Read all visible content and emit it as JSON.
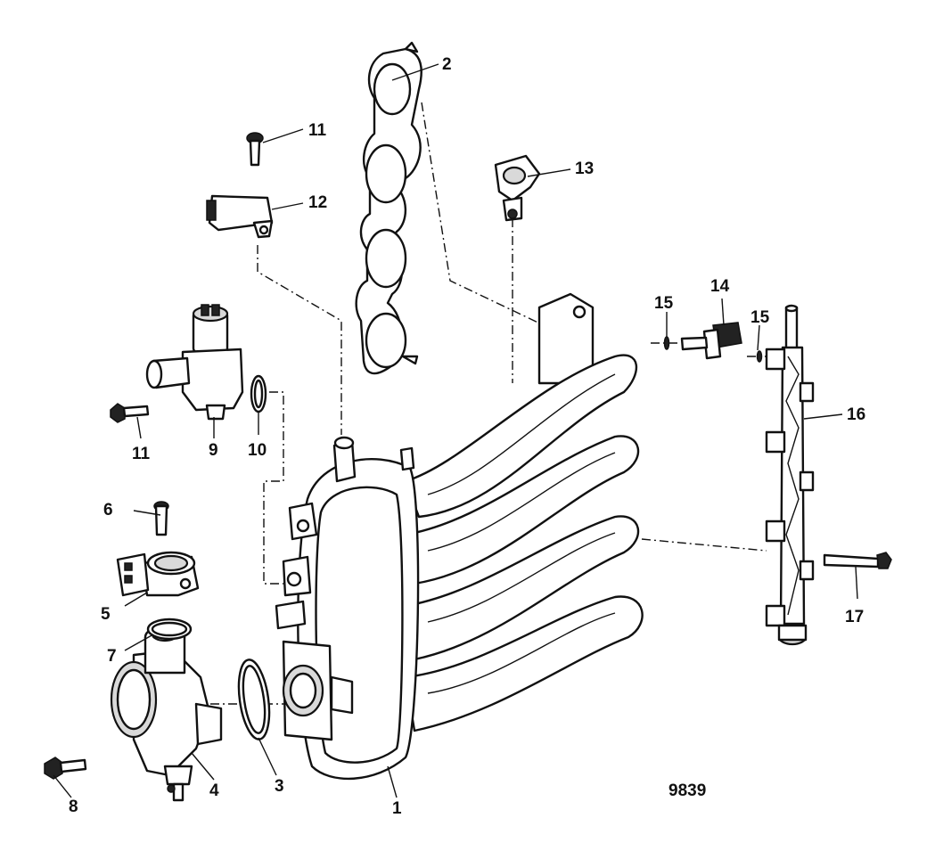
{
  "figure_id": "9839",
  "callouts": [
    {
      "id": "c1",
      "text": "1"
    },
    {
      "id": "c2",
      "text": "2"
    },
    {
      "id": "c3",
      "text": "3"
    },
    {
      "id": "c4",
      "text": "4"
    },
    {
      "id": "c5",
      "text": "5"
    },
    {
      "id": "c6",
      "text": "6"
    },
    {
      "id": "c7",
      "text": "7"
    },
    {
      "id": "c8",
      "text": "8"
    },
    {
      "id": "c9",
      "text": "9"
    },
    {
      "id": "c10",
      "text": "10"
    },
    {
      "id": "c11a",
      "text": "11"
    },
    {
      "id": "c11b",
      "text": "11"
    },
    {
      "id": "c12",
      "text": "12"
    },
    {
      "id": "c13",
      "text": "13"
    },
    {
      "id": "c14",
      "text": "14"
    },
    {
      "id": "c15a",
      "text": "15"
    },
    {
      "id": "c15b",
      "text": "15"
    },
    {
      "id": "c16",
      "text": "16"
    },
    {
      "id": "c17",
      "text": "17"
    }
  ]
}
